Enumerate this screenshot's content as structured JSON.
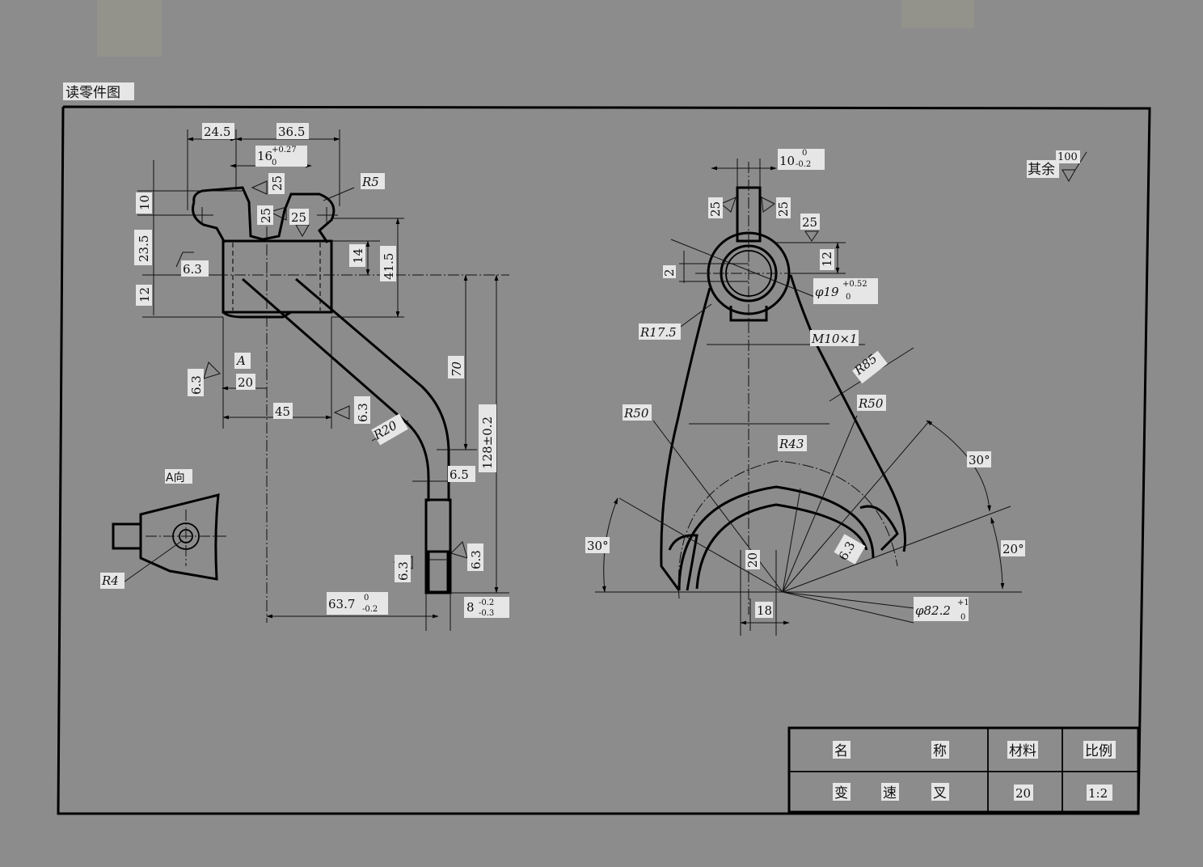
{
  "header": {
    "title": "读零件图"
  },
  "surface_finish": {
    "other_label": "其余",
    "other_value": "100"
  },
  "title_block": {
    "name_label_1": "名",
    "name_label_2": "称",
    "material_label": "材料",
    "scale_label": "比例",
    "part_name_1": "变",
    "part_name_2": "速",
    "part_name_3": "叉",
    "material_value": "20",
    "scale_value": "1:2"
  },
  "left_view": {
    "d_24_5": "24.5",
    "d_36_5": "36.5",
    "d_16": "16",
    "d_16_tol_up": "+0.27",
    "d_16_tol_lo": "0",
    "r5": "R5",
    "d_10": "10",
    "d_23_5": "23.5",
    "d_12": "12",
    "d_14": "14",
    "d_41_5": "41.5",
    "ra_25_a": "25",
    "ra_25_b": "25",
    "ra_25_c": "25",
    "ra_6_3_a": "6.3",
    "ra_6_3_b": "6.3",
    "ra_6_3_c": "6.3",
    "ra_6_3_d": "6.3",
    "ra_6_3_e": "6.3",
    "label_a": "A",
    "d_20": "20",
    "d_45": "45",
    "r20": "R20",
    "d_70": "70",
    "d_128": "128±0.2",
    "d_6_5": "6.5",
    "d_63_7": "63.7",
    "d_63_7_tol_up": "0",
    "d_63_7_tol_lo": "-0.2",
    "d_8": "8",
    "d_8_tol_up": "-0.2",
    "d_8_tol_lo": "-0.3"
  },
  "detail_view": {
    "title": "A向",
    "r4": "R4"
  },
  "right_view": {
    "d_10": "10",
    "d_10_tol_up": "0",
    "d_10_tol_lo": "-0.2",
    "ra_25_a": "25",
    "ra_25_b": "25",
    "ra_25_c": "25",
    "d_12": "12",
    "d_2": "2",
    "d_phi19": "φ19",
    "d_phi19_tol_up": "+0.52",
    "d_phi19_tol_lo": "0",
    "r17_5": "R17.5",
    "m10": "M10×1",
    "r85": "R85",
    "r50_a": "R50",
    "r50_b": "R50",
    "r43": "R43",
    "ang_30_a": "30°",
    "ang_30_b": "30°",
    "ang_20": "20°",
    "ra_6_3": "6.3",
    "d_20": "20",
    "d_18": "18",
    "d_phi82_2": "φ82.2",
    "d_phi82_2_tol_up": "+1",
    "d_phi82_2_tol_lo": "0"
  }
}
